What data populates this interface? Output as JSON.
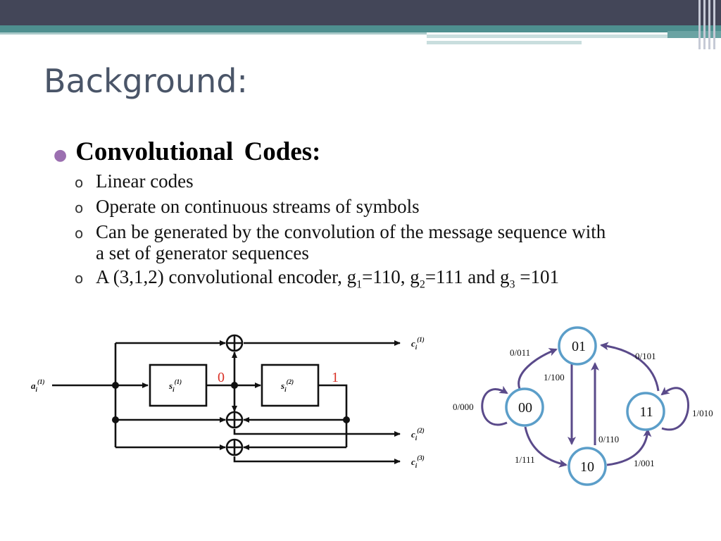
{
  "slide": {
    "title": "Background:",
    "bullet": "Convolutional  Codes:",
    "subitems": [
      "Linear codes",
      "Operate on continuous streams of symbols",
      "Can be generated by the convolution of the message sequence with a set of generator sequences"
    ],
    "encoder_line": {
      "prefix": "A (3,1,2) convolutional encoder,  g",
      "g1_sub": "1",
      "g1_val": "=110, g",
      "g2_sub": "2",
      "g2_val": "=111 and g",
      "g3_sub": "3",
      "g3_val": " =101"
    },
    "bullet_mark": "o"
  },
  "encoder": {
    "input": "a",
    "input_sup": "(1)",
    "reg1": "s",
    "reg1_sup": "(1)",
    "reg2": "s",
    "reg2_sup": "(2)",
    "reg1_state": "0",
    "reg2_state": "1",
    "out1": "c",
    "out1_sup": "(1)",
    "out2": "c",
    "out2_sup": "(2)",
    "out3": "c",
    "out3_sup": "(3)",
    "sub": "i",
    "state_color": "#d93025"
  },
  "state_diagram": {
    "states": [
      "01",
      "00",
      "11",
      "10"
    ],
    "transitions": [
      "0/011",
      "0/101",
      "1/100",
      "0/000",
      "1/010",
      "0/110",
      "1/111",
      "1/001"
    ],
    "node_color": "#5b9ec9",
    "edge_color": "#5a4a8a"
  },
  "theme": {
    "bar_dark": "#434658",
    "bar_teal": "#4e8f8f",
    "title_color": "#4a5568",
    "bullet_color": "#9b6fb0"
  }
}
